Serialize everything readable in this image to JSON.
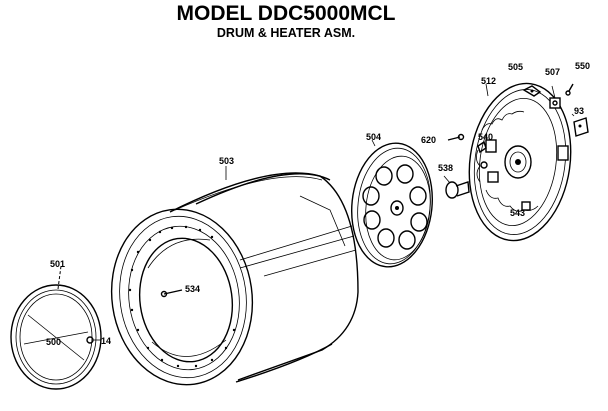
{
  "header": {
    "title": "MODEL DDC5000MCL",
    "subtitle": "DRUM & HEATER ASM."
  },
  "callouts": {
    "c501": "501",
    "c500": "500",
    "c14": "14",
    "c503": "503",
    "c534": "534",
    "c504": "504",
    "c620": "620",
    "c538": "538",
    "c512": "512",
    "c505": "505",
    "c507": "507",
    "c550": "550",
    "c93": "93",
    "c540": "540",
    "c543": "543"
  }
}
